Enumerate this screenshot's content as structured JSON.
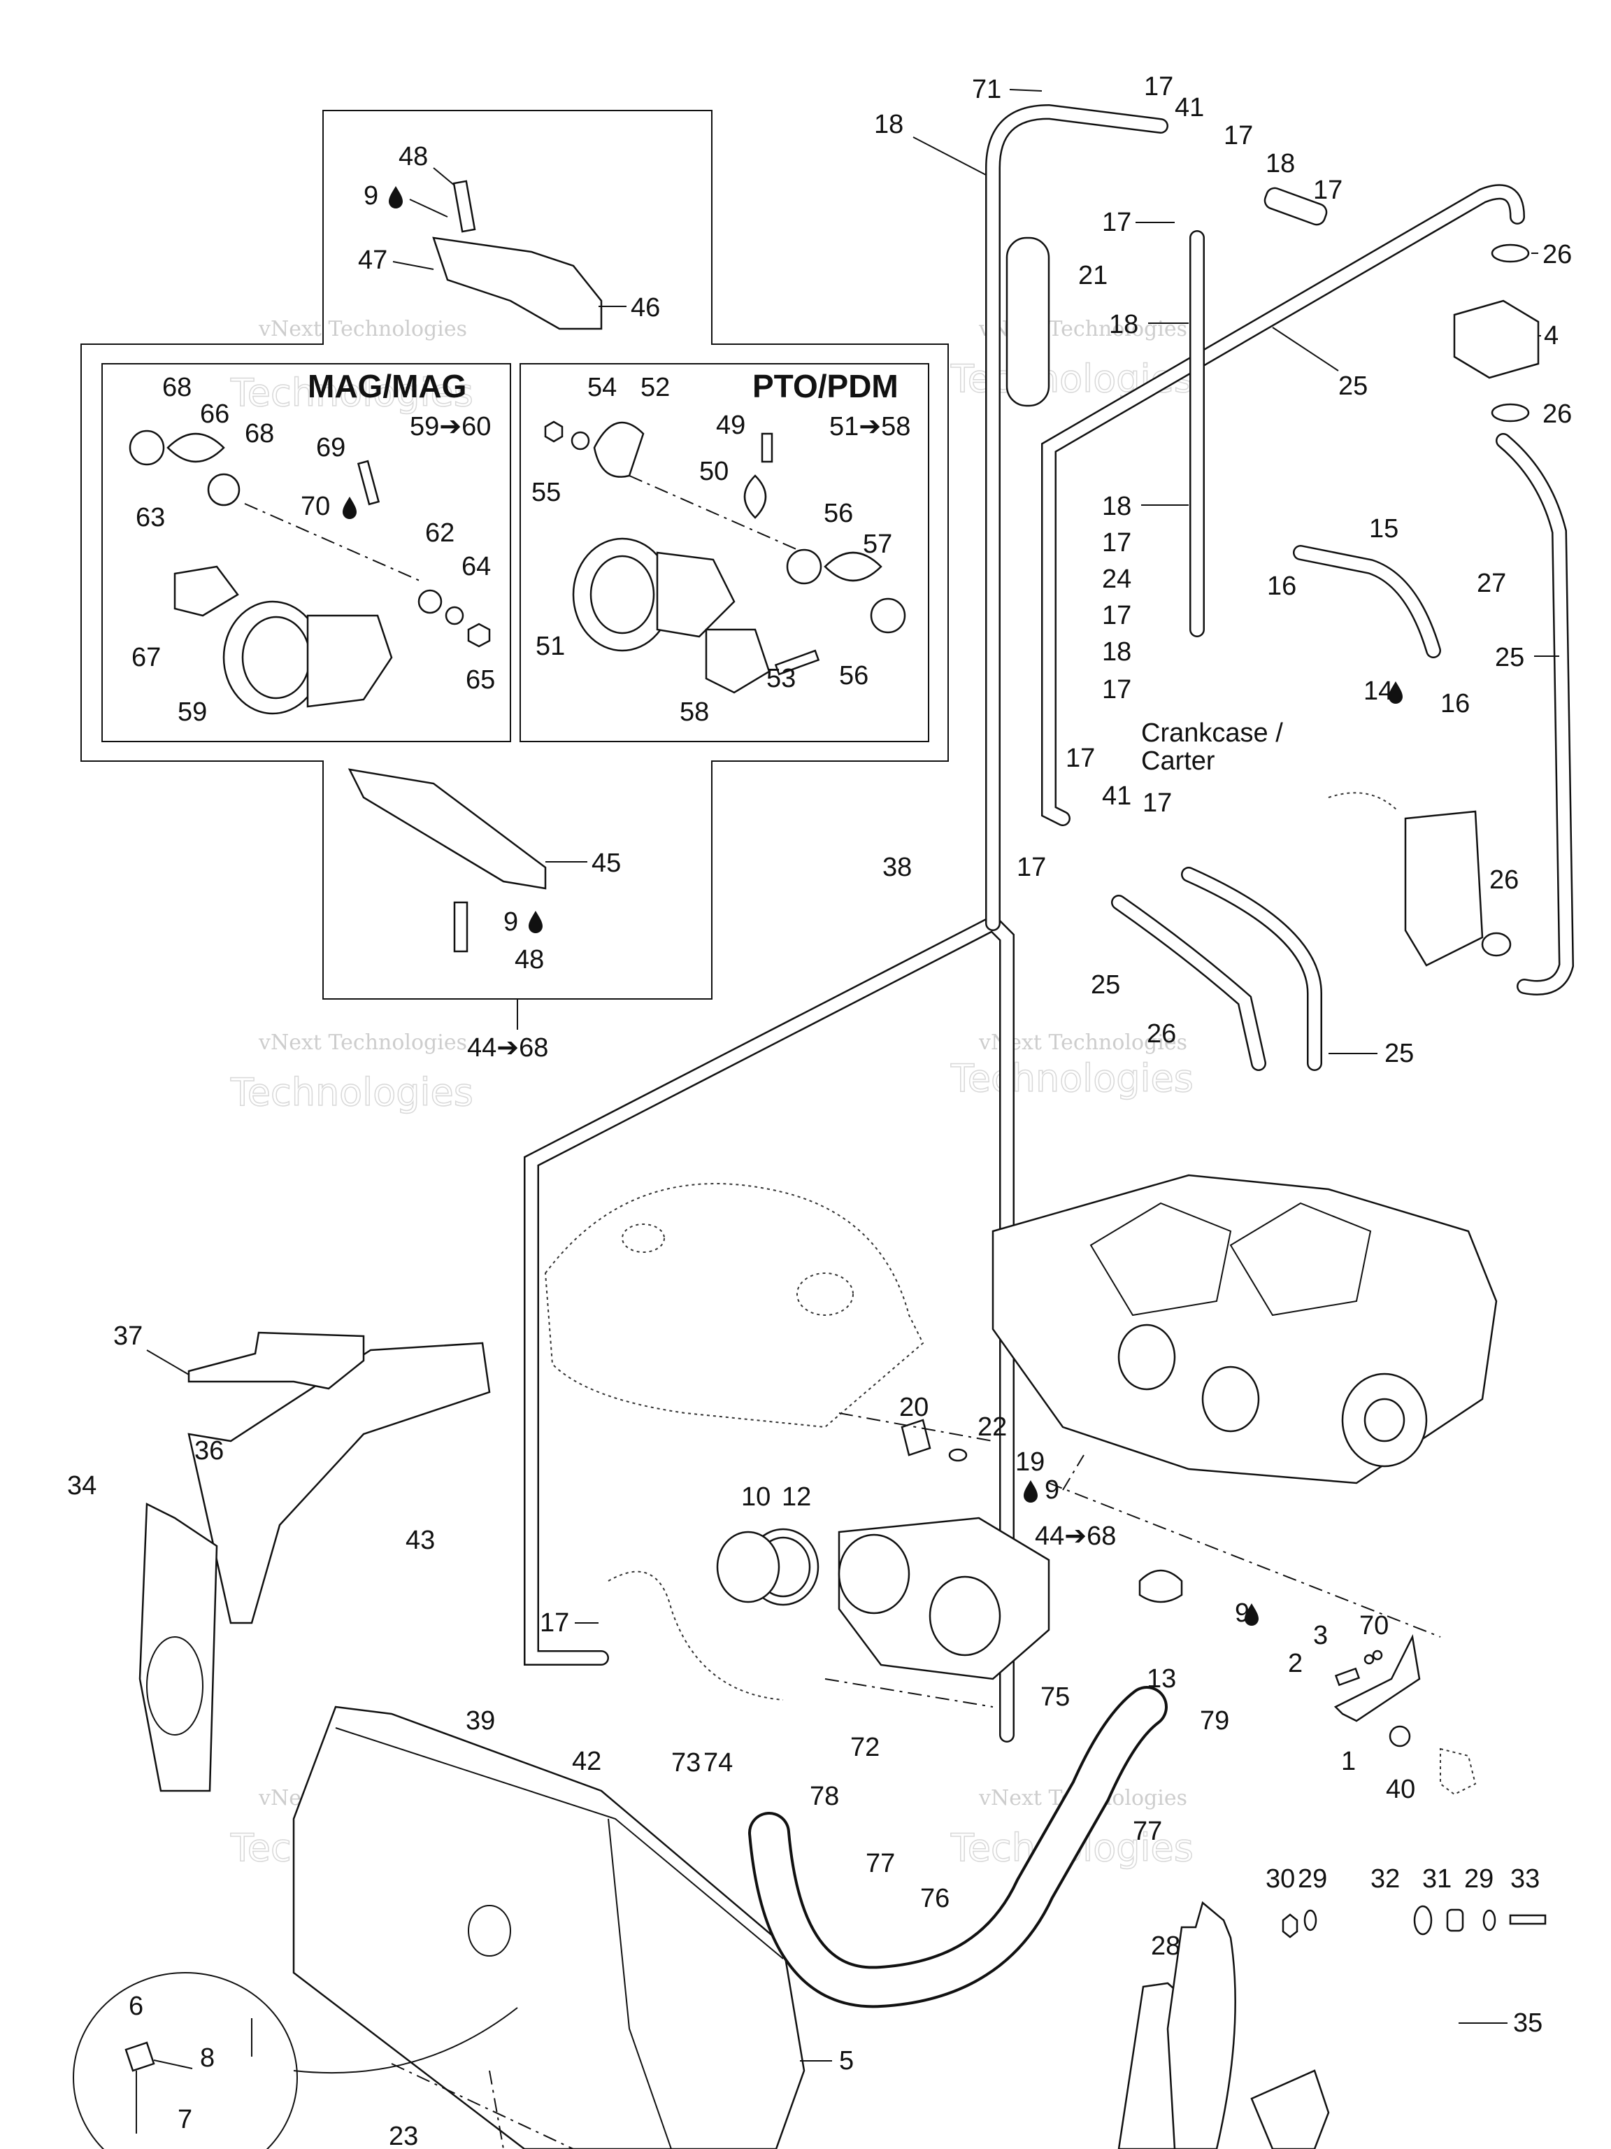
{
  "diagram": {
    "description": "Exploded parts diagram - air intake / throttle body / vent hoses",
    "watermark": {
      "line1": "vNext Technologies",
      "line2": "Technologies"
    },
    "inset": {
      "mag_title": "MAG/MAG",
      "mag_range": "59➔60",
      "pto_title": "PTO/PDM",
      "pto_range": "51➔58",
      "group_range": "44➔68"
    },
    "crankcase_label": [
      "Crankcase /",
      "Carter"
    ],
    "callouts": {
      "c1": "1",
      "c2": "2",
      "c3": "3",
      "c4": "4",
      "c5": "5",
      "c6": "6",
      "c7": "7",
      "c8": "8",
      "c9a": "9",
      "c9b": "9",
      "c9c": "9",
      "c9d": "9",
      "c10": "10",
      "c12": "12",
      "c13": "13",
      "c14": "14",
      "c15": "15",
      "c16a": "16",
      "c16b": "16",
      "c17a": "17",
      "c17b": "17",
      "c17c": "17",
      "c17d": "17",
      "c17e": "17",
      "c17f": "17",
      "c17g": "17",
      "c17h": "17",
      "c17i": "17",
      "c17j": "17",
      "c17k": "17",
      "c18a": "18",
      "c18b": "18",
      "c18c": "18",
      "c18d": "18",
      "c18e": "18",
      "c19": "19",
      "c20": "20",
      "c21": "21",
      "c22": "22",
      "c23": "23",
      "c24": "24",
      "c25a": "25",
      "c25b": "25",
      "c25c": "25",
      "c25d": "25",
      "c26a": "26",
      "c26b": "26",
      "c26c": "26",
      "c26d": "26",
      "c27": "27",
      "c28": "28",
      "c29a": "29",
      "c29b": "29",
      "c30": "30",
      "c31": "31",
      "c32": "32",
      "c33": "33",
      "c34": "34",
      "c35": "35",
      "c36": "36",
      "c37": "37",
      "c38": "38",
      "c39": "39",
      "c40": "40",
      "c41a": "41",
      "c41b": "41",
      "c42": "42",
      "c43": "43",
      "c44": "44➔68",
      "c45": "45",
      "c46": "46",
      "c47": "47",
      "c48a": "48",
      "c48b": "48",
      "c49": "49",
      "c50": "50",
      "c51": "51",
      "c52": "52",
      "c53": "53",
      "c54": "54",
      "c55": "55",
      "c56a": "56",
      "c56b": "56",
      "c57": "57",
      "c58": "58",
      "c59": "59",
      "c62": "62",
      "c63": "63",
      "c64": "64",
      "c65": "65",
      "c66": "66",
      "c67": "67",
      "c68a": "68",
      "c68b": "68",
      "c69": "69",
      "c70a": "70",
      "c70b": "70",
      "c71": "71",
      "c72": "72",
      "c73": "73",
      "c74": "74",
      "c75": "75",
      "c76": "76",
      "c77a": "77",
      "c77b": "77",
      "c78": "78",
      "c79": "79"
    },
    "icons": {
      "sealant": "oil-drop-icon"
    }
  }
}
